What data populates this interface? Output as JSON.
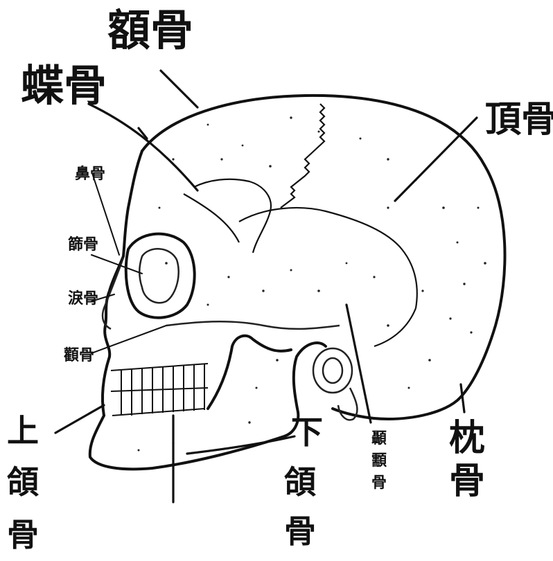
{
  "labels": {
    "frontal": "額骨",
    "sphenoid": "蝶骨",
    "parietal": "頂骨",
    "nasal": "鼻骨",
    "ethmoid": "篩骨",
    "lacrimal": "淚骨",
    "zygomatic": "顴骨",
    "maxilla": [
      "上",
      "頜",
      "骨"
    ],
    "mandible": [
      "下",
      "頜",
      "骨"
    ],
    "temporal": [
      "顳",
      "顬",
      "骨"
    ],
    "occipital": [
      "枕",
      "骨"
    ]
  },
  "colors": {
    "ink": "#111111",
    "paper": "#ffffff"
  }
}
